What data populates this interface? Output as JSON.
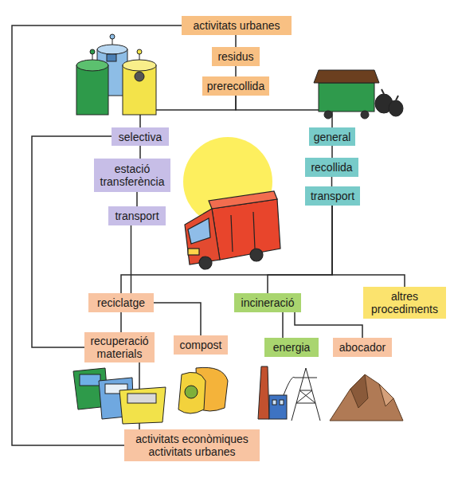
{
  "diagram": {
    "nodes": [
      {
        "text": [
          "activitats urbanes"
        ]
      },
      {
        "text": [
          "residus"
        ]
      },
      {
        "text": [
          "prerecollida"
        ]
      },
      {
        "text": [
          "selectiva"
        ]
      },
      {
        "text": [
          "general"
        ]
      },
      {
        "text": [
          "estació transferència"
        ]
      },
      {
        "text": [
          "recollida"
        ]
      },
      {
        "text": [
          "transport"
        ]
      },
      {
        "text": [
          "transport"
        ]
      },
      {
        "text": [
          "altres procediments"
        ]
      },
      {
        "text": [
          "reciclatge"
        ]
      },
      {
        "text": [
          "incineració"
        ]
      },
      {
        "text": [
          "recuperació materials"
        ]
      },
      {
        "text": [
          "compost"
        ]
      },
      {
        "text": [
          "energia"
        ]
      },
      {
        "text": [
          "abocador"
        ]
      },
      {
        "text": [
          "activitats econòmiques activitats urbanes"
        ]
      }
    ],
    "edges": [
      {
        "from": 0,
        "to": 1,
        "arrow": "none"
      },
      {
        "from": 1,
        "to": 2,
        "arrow": "none"
      },
      {
        "from": 2,
        "to": 3,
        "arrow": "none"
      },
      {
        "from": 2,
        "to": 4,
        "arrow": "none"
      },
      {
        "from": 3,
        "to": 5,
        "arrow": "none"
      },
      {
        "from": 5,
        "to": 7,
        "arrow": "none"
      },
      {
        "from": 7,
        "to": 10,
        "arrow": "none"
      },
      {
        "from": 3,
        "to": 12,
        "arrow": "none"
      },
      {
        "from": 4,
        "to": 6,
        "arrow": "none"
      },
      {
        "from": 6,
        "to": 8,
        "arrow": "none"
      },
      {
        "from": 8,
        "to": 10,
        "arrow": "none"
      },
      {
        "from": 8,
        "to": 11,
        "arrow": "none"
      },
      {
        "from": 8,
        "to": 9,
        "arrow": "none"
      },
      {
        "from": 10,
        "to": 12,
        "arrow": "none"
      },
      {
        "from": 10,
        "to": 13,
        "arrow": "none"
      },
      {
        "from": 11,
        "to": 14,
        "arrow": "none"
      },
      {
        "from": 11,
        "to": 15,
        "arrow": "none"
      },
      {
        "from": 12,
        "to": 16,
        "arrow": "none"
      },
      {
        "from": 16,
        "to": 0,
        "arrow": "none"
      }
    ]
  }
}
